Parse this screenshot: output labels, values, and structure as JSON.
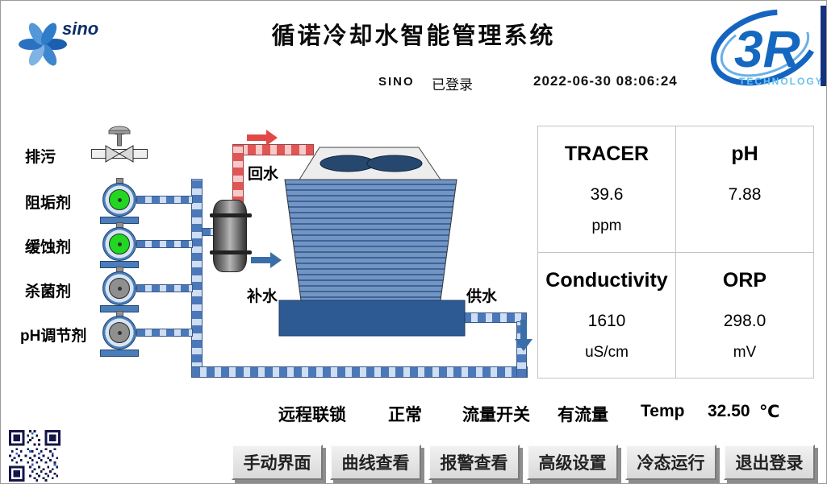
{
  "header": {
    "title": "循诺冷却水智能管理系统",
    "user": "SINO",
    "login_status": "已登录",
    "datetime": "2022-06-30  08:06:24"
  },
  "logos": {
    "sino_text": "sino",
    "r3_main": "3R",
    "r3_sub": "TECHNOLOGY"
  },
  "dosing": {
    "blowdown_label": "排污",
    "pumps": [
      {
        "label": "阻垢剂",
        "status_color": "#21d721"
      },
      {
        "label": "缓蚀剂",
        "status_color": "#21d721"
      },
      {
        "label": "杀菌剂",
        "status_color": "#8f8f8f"
      },
      {
        "label": "pH调节剂",
        "status_color": "#8f8f8f"
      }
    ]
  },
  "diagram_labels": {
    "return_water": "回水",
    "makeup_water": "补水",
    "supply_water": "供水"
  },
  "metrics": [
    {
      "name": "TRACER",
      "value": "39.6",
      "unit": "ppm"
    },
    {
      "name": "pH",
      "value": "7.88",
      "unit": ""
    },
    {
      "name": "Conductivity",
      "value": "1610",
      "unit": "uS/cm"
    },
    {
      "name": "ORP",
      "value": "298.0",
      "unit": "mV"
    }
  ],
  "status_bar": {
    "interlock_label": "远程联锁",
    "interlock_value": "正常",
    "flow_label": "流量开关",
    "flow_value": "有流量",
    "temp_label": "Temp",
    "temp_value": "32.50",
    "temp_unit": "℃"
  },
  "nav_buttons": [
    {
      "label": "手动界面"
    },
    {
      "label": "曲线查看"
    },
    {
      "label": "报警查看"
    },
    {
      "label": "高级设置"
    },
    {
      "label": "冷态运行"
    },
    {
      "label": "退出登录"
    }
  ],
  "colors": {
    "tower_body": "#7295c2",
    "tower_stripe": "#3f639b",
    "basin": "#2e5a94",
    "pipe_red": "#e25555",
    "pipe_blue": "#4a78b8",
    "pump_running": "#21d721",
    "pump_stopped": "#8f8f8f"
  }
}
